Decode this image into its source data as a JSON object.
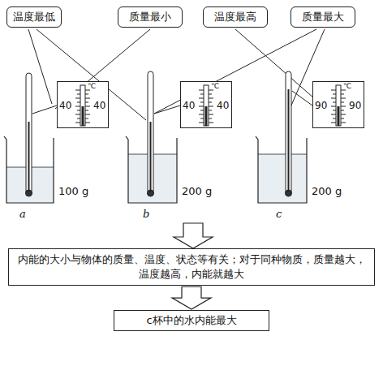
{
  "diagram": {
    "nodes": [
      {
        "text": [
          "温度最低"
        ]
      },
      {
        "text": [
          "质量最小"
        ]
      },
      {
        "text": [
          "温度最高"
        ]
      },
      {
        "text": [
          "质量最大"
        ]
      },
      {
        "text": [
          "℃",
          "40",
          "40"
        ]
      },
      {
        "text": [
          "℃",
          "40",
          "40"
        ]
      },
      {
        "text": [
          "℃",
          "90",
          "90"
        ]
      },
      {
        "text": [
          "内能的大小与物体的质量、温度、状态等有关；对于同种物质，质量越大，温度越高，内能就越大"
        ]
      },
      {
        "text": [
          "c杯中的水内能最大"
        ]
      }
    ],
    "edges": [
      {
        "from": 7,
        "to": 8,
        "arrow": "to"
      }
    ],
    "labels": [
      "a",
      "100 g",
      "b",
      "200 g",
      "c",
      "200 g"
    ]
  }
}
